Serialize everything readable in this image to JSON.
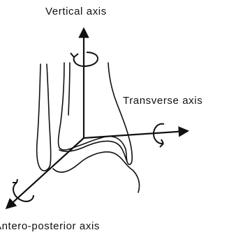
{
  "colors": {
    "ink": "#111111",
    "background": "#ffffff"
  },
  "labels": {
    "vertical": "Vertical axis",
    "transverse": "Transverse axis",
    "antero_posterior": "Antero-posterior axis"
  }
}
